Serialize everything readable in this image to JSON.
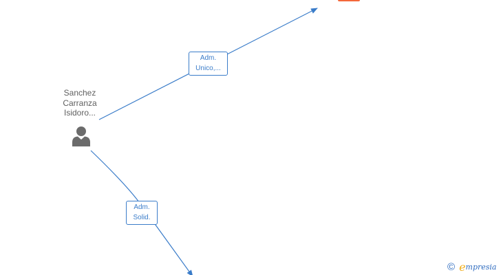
{
  "person": {
    "name_lines": [
      "Sanchez",
      "Carranza",
      "Isidoro..."
    ],
    "icon": "person-icon"
  },
  "relations": [
    {
      "label_lines": [
        "Adm.",
        "Unico,..."
      ],
      "target": "company-top"
    },
    {
      "label_lines": [
        "Adm.",
        "Solid."
      ],
      "target": "company-bottom"
    }
  ],
  "brand": {
    "copyright_symbol": "©",
    "initial": "e",
    "name_rest": "mpresia"
  },
  "colors": {
    "edge": "#3a7cc9",
    "person_icon": "#6b6b6b",
    "company_node": "#f4683a",
    "brand_orange": "#f0ad1a",
    "brand_blue": "#2e6bbf"
  }
}
